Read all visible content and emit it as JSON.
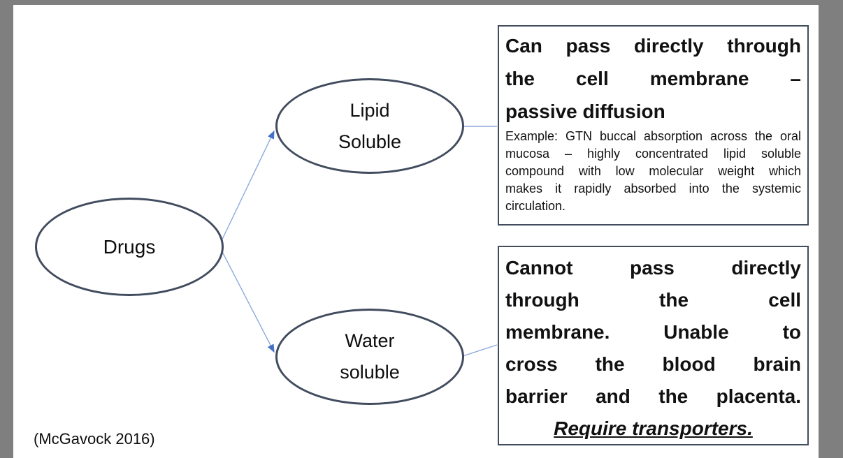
{
  "slide": {
    "citation": "(McGavock 2016)"
  },
  "nodes": {
    "drugs": {
      "label": "Drugs"
    },
    "lipid": {
      "lines": [
        "Lipid",
        "Soluble"
      ]
    },
    "water": {
      "lines": [
        "Water",
        "soluble"
      ]
    }
  },
  "boxes": {
    "lipid_info": {
      "title_lines": [
        "Can pass directly through",
        "the cell membrane –",
        "passive diffusion"
      ],
      "body_lines": [
        "Example: GTN buccal absorption across the oral",
        "mucosa – highly concentrated lipid soluble",
        "compound with low molecular weight which",
        "makes it rapidly absorbed into the systemic",
        "circulation."
      ]
    },
    "water_info": {
      "body_lines": [
        "Cannot pass directly",
        "through the cell",
        "membrane. Unable to",
        "cross the blood brain",
        "barrier and the placenta."
      ],
      "footer": "Require transporters."
    }
  },
  "colors": {
    "shape_outline": "#414c5e",
    "connector_line": "#8ea9db",
    "arrowhead": "#4472c4",
    "frame_gray": "#7f7f7f",
    "text": "#111111"
  }
}
